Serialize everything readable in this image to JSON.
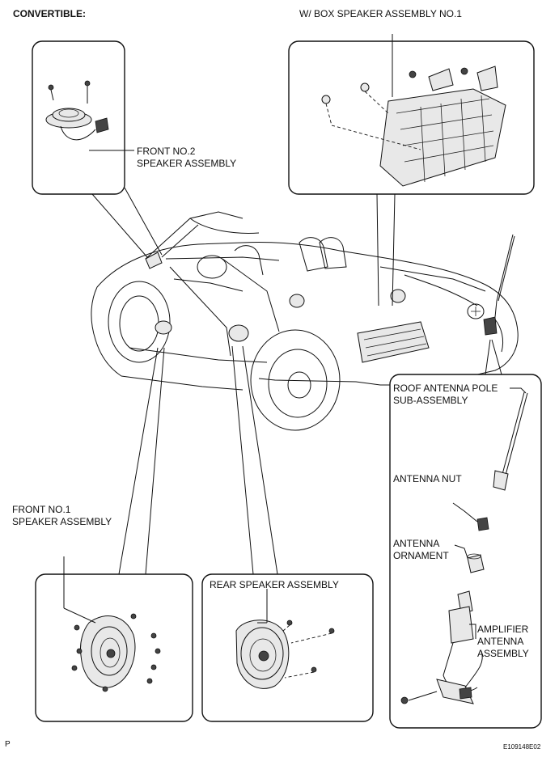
{
  "header": {
    "convertible_label": "CONVERTIBLE:",
    "box_speaker_title": "W/ BOX SPEAKER ASSEMBLY NO.1"
  },
  "labels": {
    "front_no2_speaker": "FRONT NO.2\nSPEAKER ASSEMBLY",
    "front_no1_speaker": "FRONT NO.1\nSPEAKER ASSEMBLY",
    "rear_speaker": "REAR SPEAKER ASSEMBLY",
    "roof_antenna_pole": "ROOF ANTENNA POLE\nSUB-ASSEMBLY",
    "antenna_nut": "ANTENNA NUT",
    "antenna_ornament": "ANTENNA\nORNAMENT",
    "amplifier_antenna": "AMPLIFIER\nANTENNA\nASSEMBLY"
  },
  "footer": {
    "page_letter": "P",
    "figure_code": "E109148E02"
  }
}
